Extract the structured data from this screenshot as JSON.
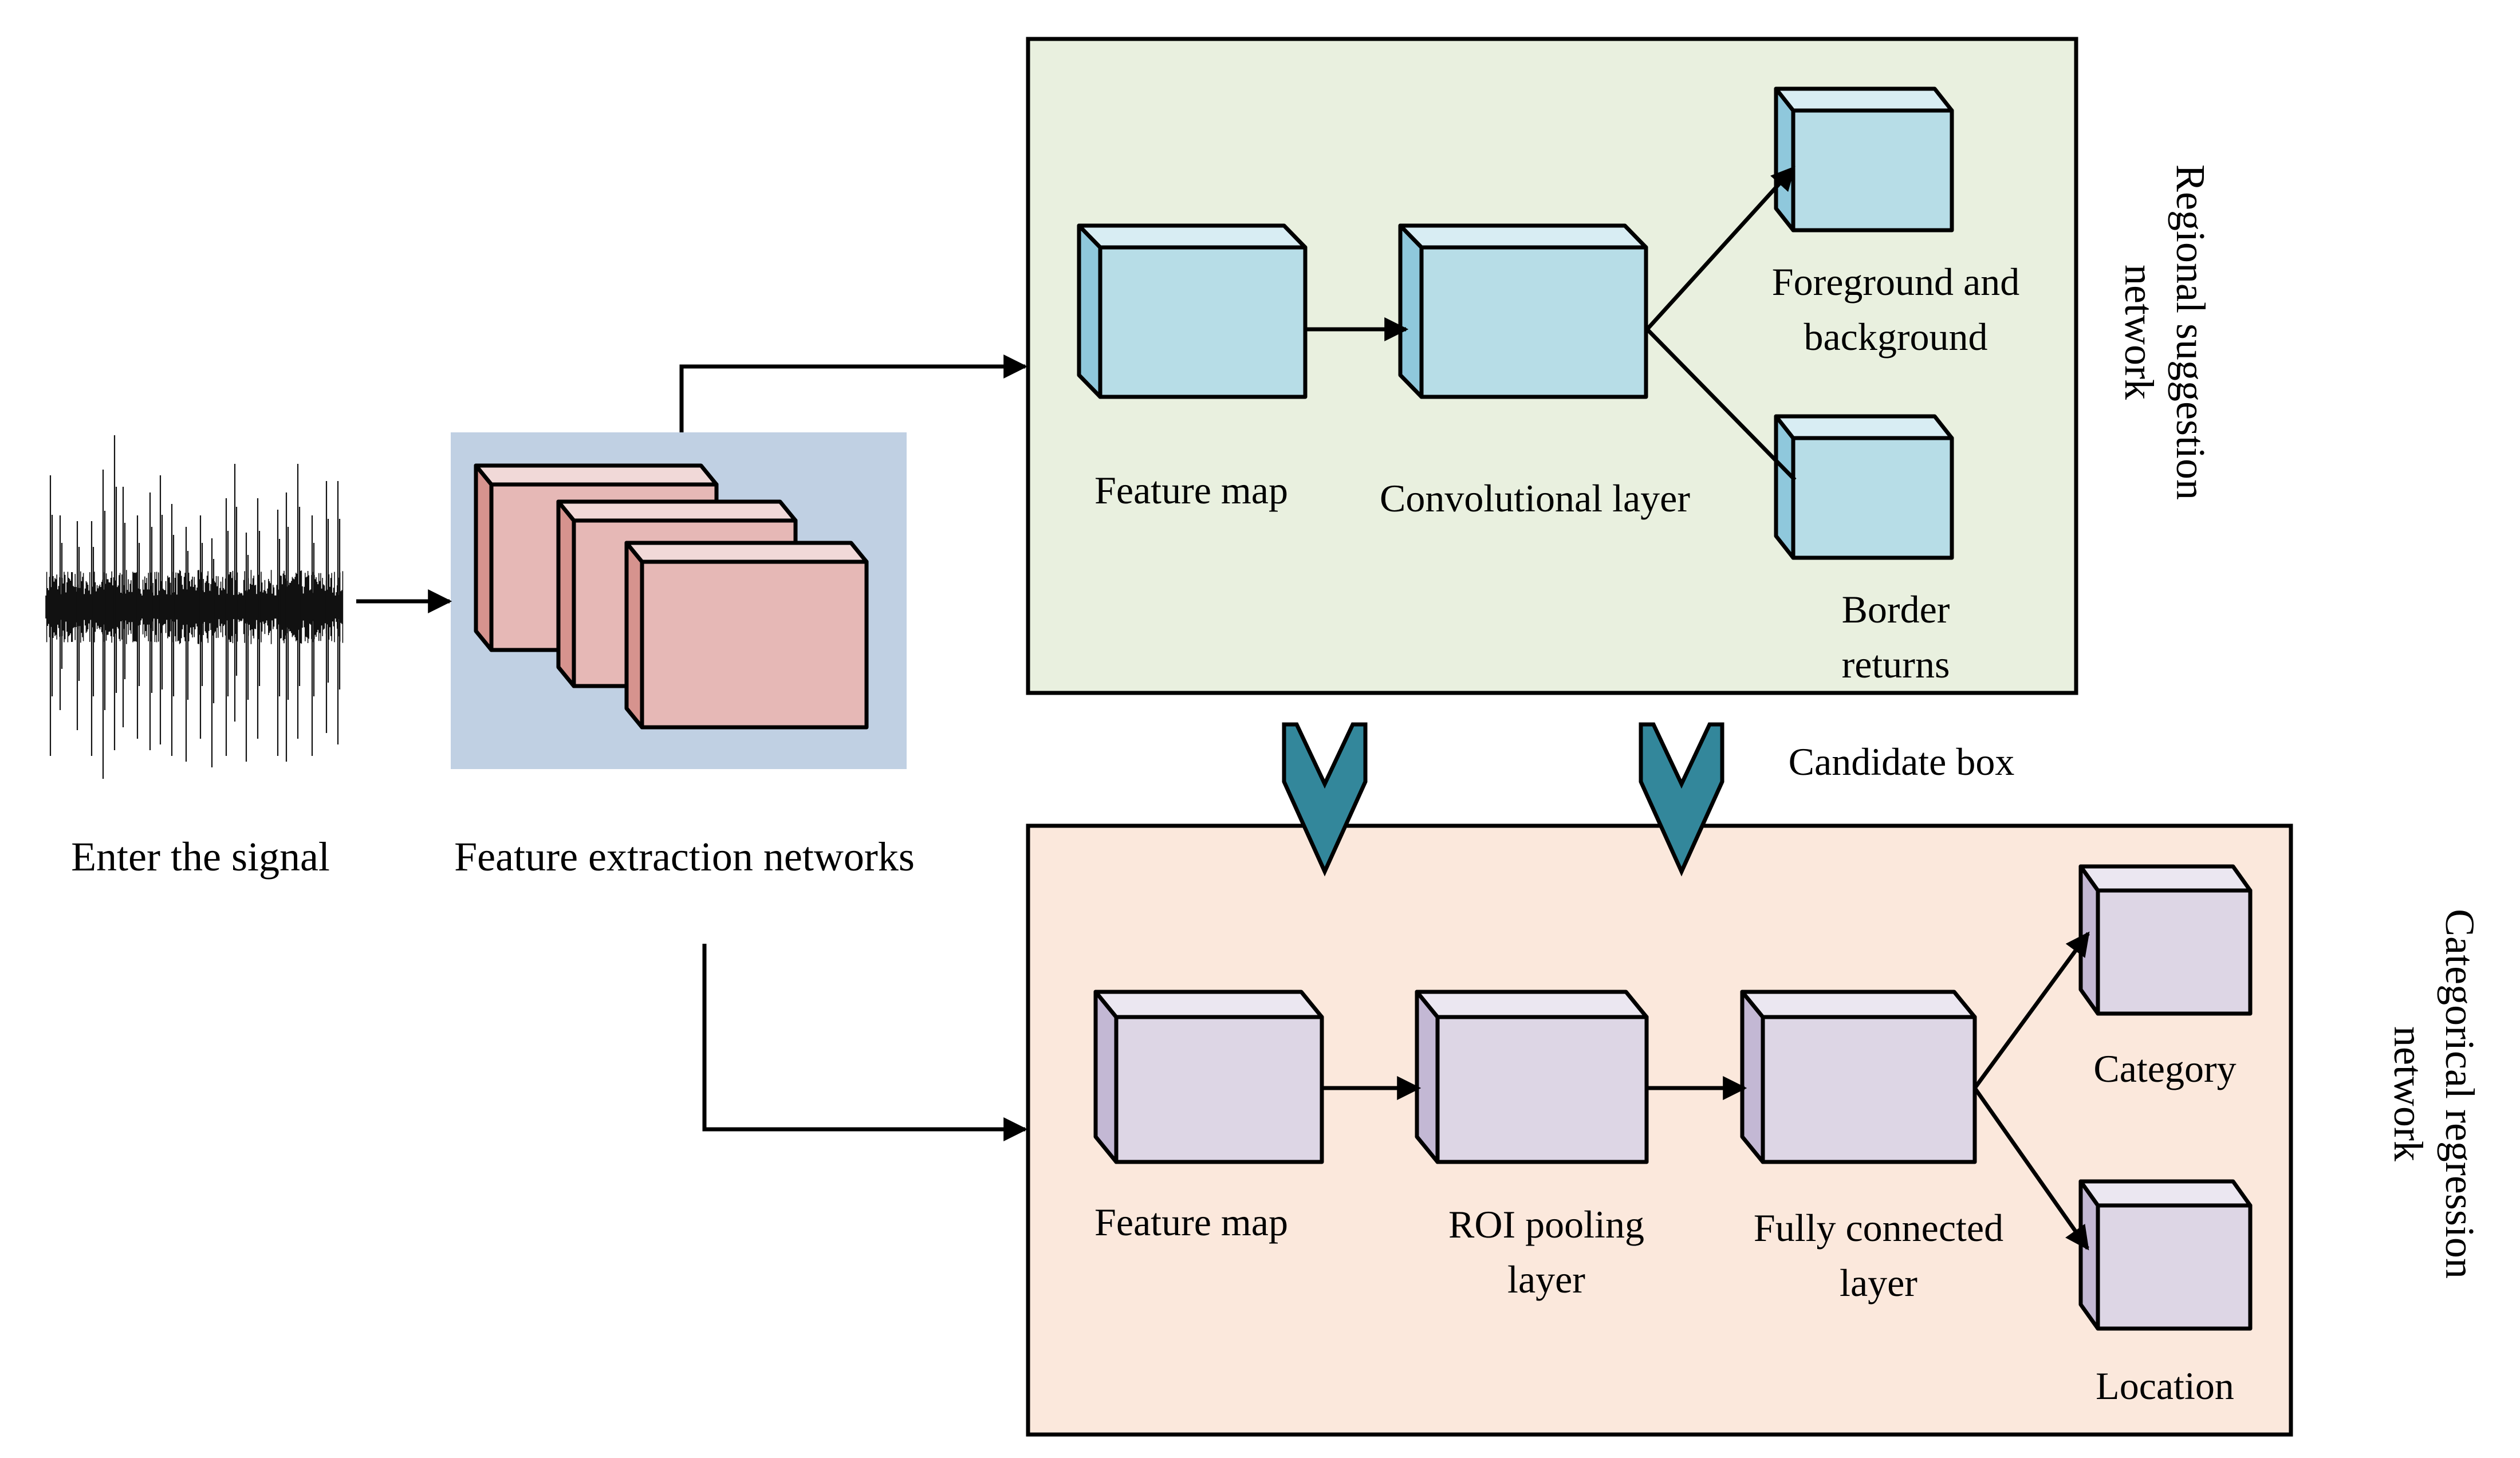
{
  "colors": {
    "rpn_panel_bg": "#e9f0df",
    "crn_panel_bg": "#fbe8dc",
    "fe_panel_bg": "#c0d0e3",
    "blue_cube_front": "#b7dde7",
    "blue_cube_top": "#d8edf3",
    "blue_cube_side": "#8fc8dc",
    "pink_cube_front": "#e6b8b6",
    "pink_cube_top": "#f1d9d8",
    "pink_cube_side": "#d6938e",
    "purple_cube_front": "#ddd6e5",
    "purple_cube_top": "#ebe7f1",
    "purple_cube_side": "#c3b8d4",
    "chevron": "#33879b"
  },
  "input": {
    "label": "Enter the signal"
  },
  "feature_extraction": {
    "label": "Feature extraction networks"
  },
  "regional_suggestion_network": {
    "title": "Regional suggestion network",
    "nodes": {
      "feature_map": "Feature map",
      "conv_layer": "Convolutional layer",
      "fg_bg_line1": "Foreground and",
      "fg_bg_line2": "background",
      "border_line1": "Border",
      "border_line2": "returns"
    }
  },
  "candidate_box": {
    "label": "Candidate box"
  },
  "categorical_regression_network": {
    "title": "Categorical regression network",
    "nodes": {
      "feature_map": "Feature map",
      "roi_line1": "ROI pooling",
      "roi_line2": "layer",
      "fc_line1": "Fully connected",
      "fc_line2": "layer",
      "category": "Category",
      "location": "Location"
    }
  }
}
